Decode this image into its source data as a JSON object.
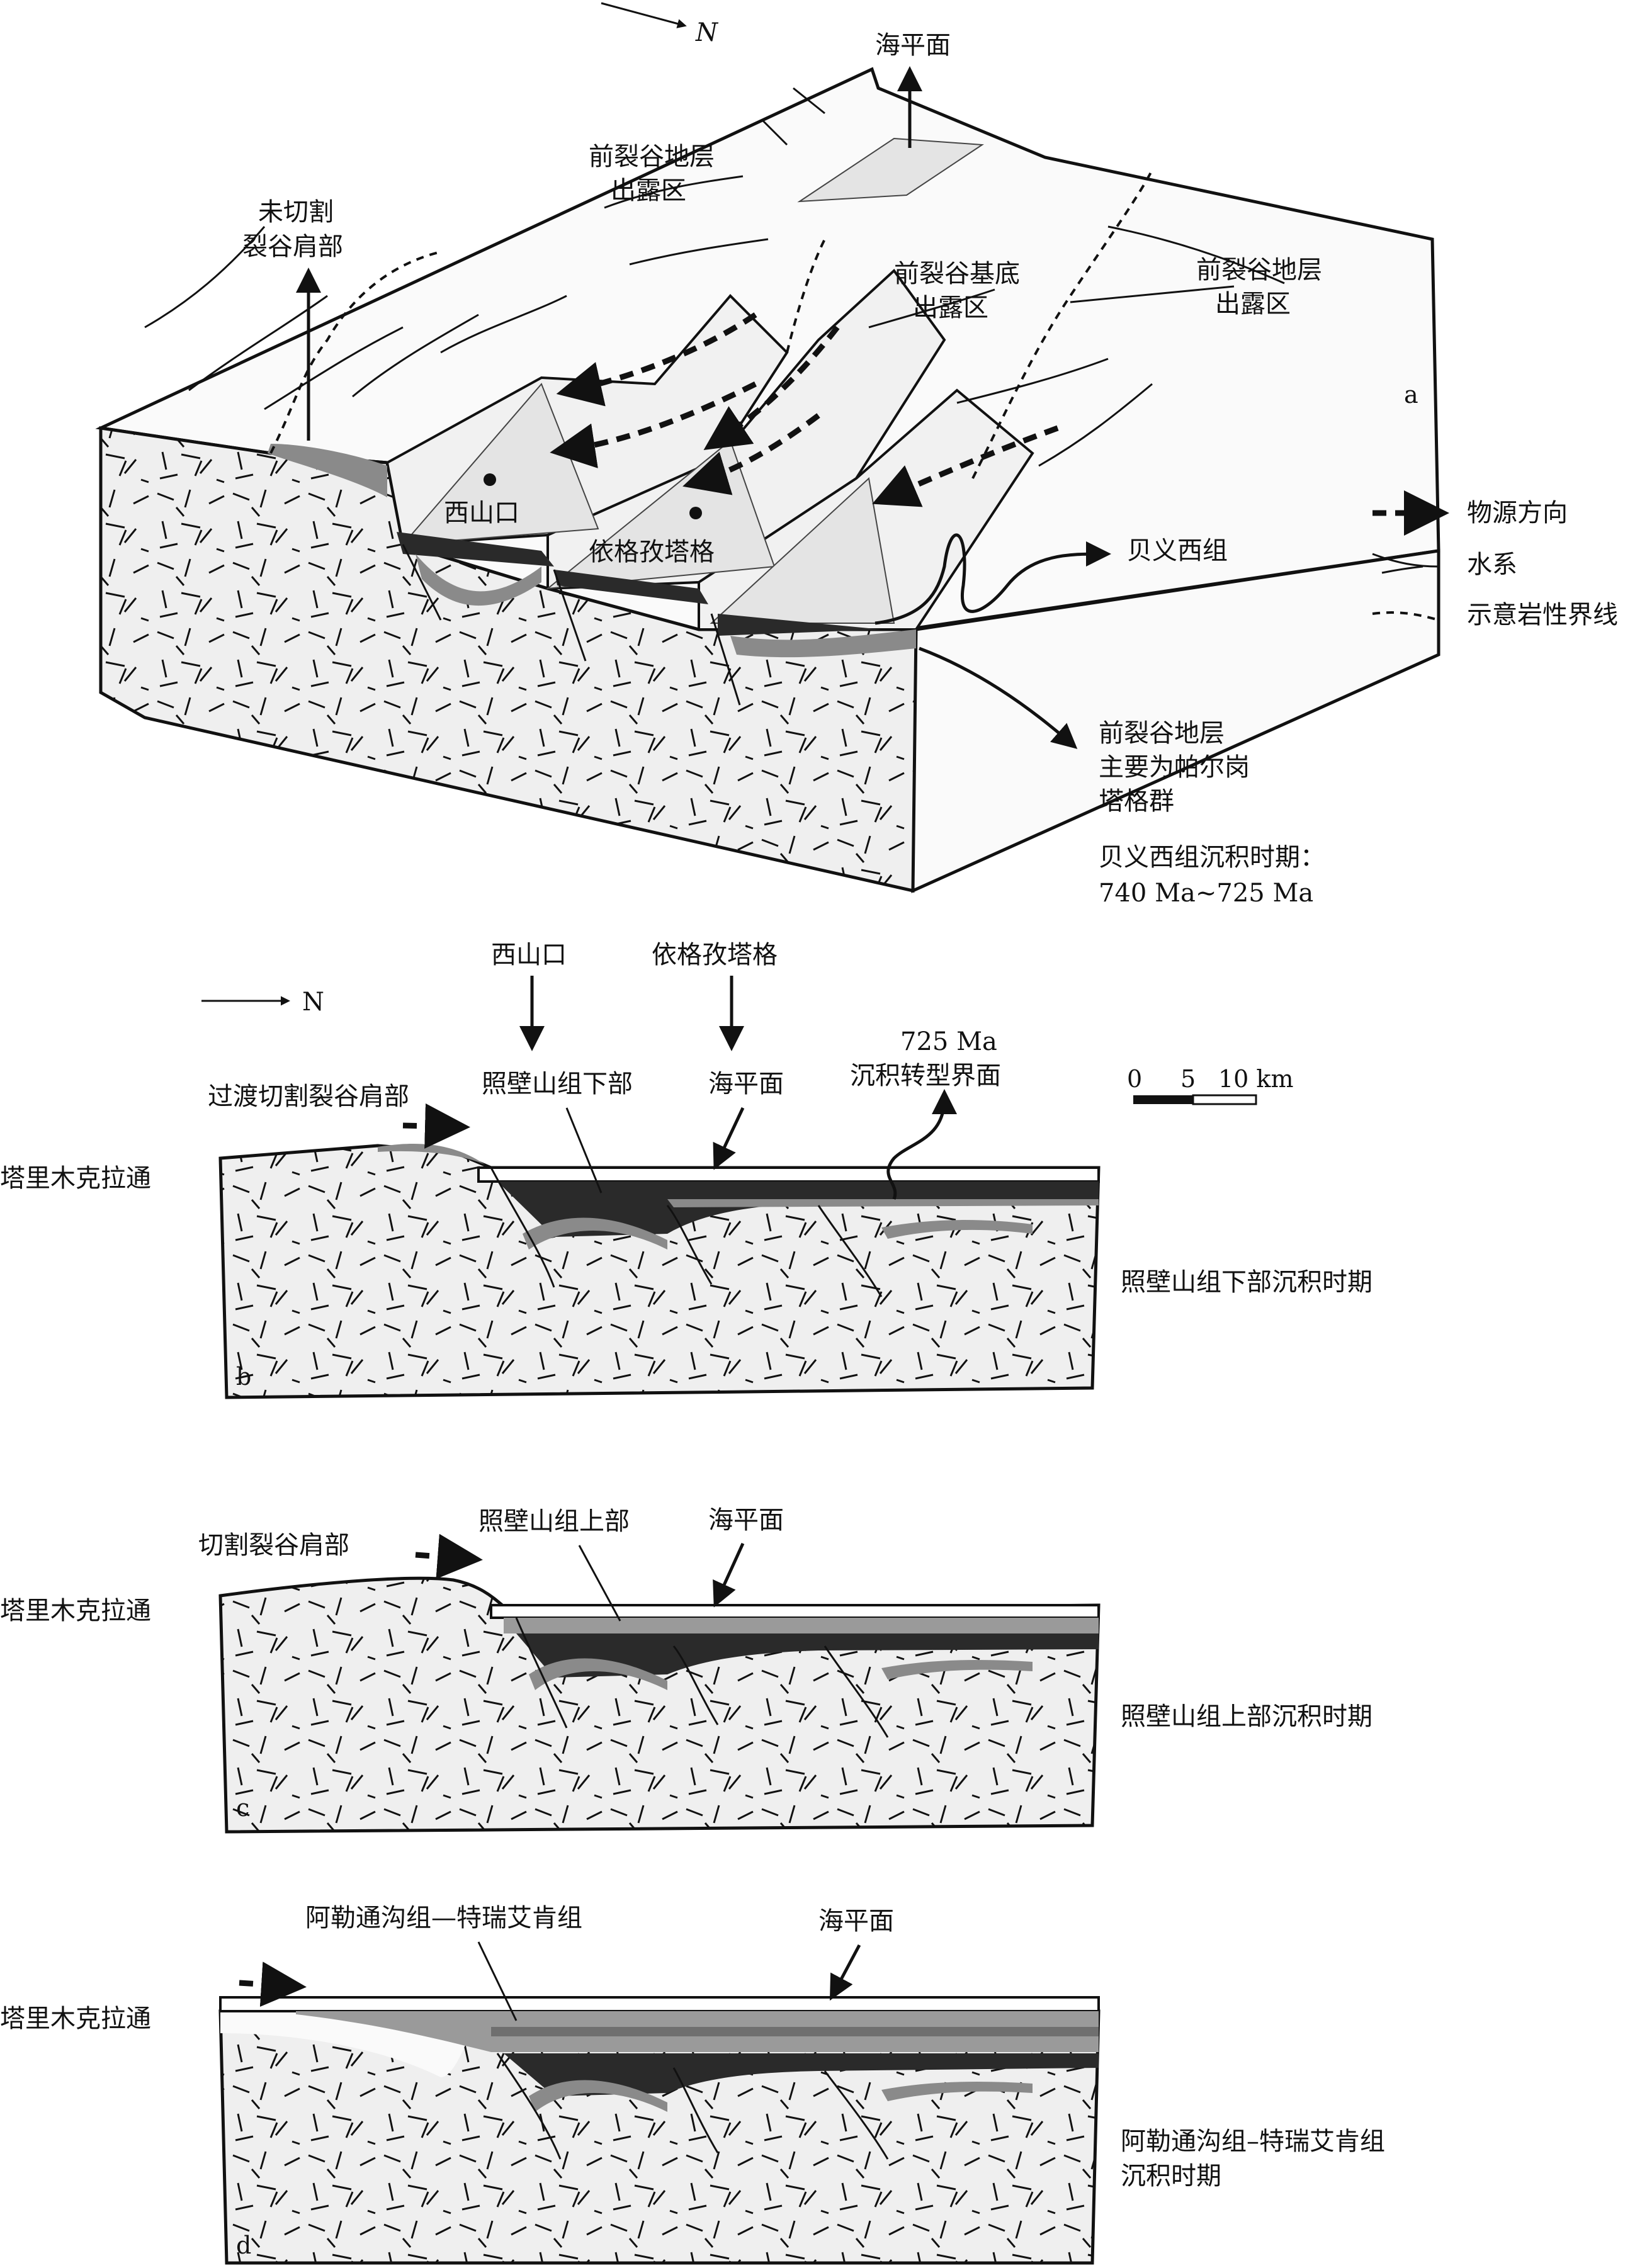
{
  "panel_a": {
    "letter": "a",
    "north": "N",
    "sea_level": "海平面",
    "uncut_shoulder": [
      "未切割",
      "裂谷肩部"
    ],
    "pre_rift_strata_top": [
      "前裂谷地层",
      "出露区"
    ],
    "pre_rift_basement": [
      "前裂谷基底",
      "出露区"
    ],
    "pre_rift_strata_right": [
      "前裂谷地层",
      "出露区"
    ],
    "site_xishankou": "西山口",
    "site_yigezitage": "依格孜塔格",
    "beiyixi_formation": "贝义西组",
    "pre_rift_note": [
      "前裂谷地层",
      "主要为帕尔岗",
      "塔格群"
    ],
    "period_note": [
      "贝义西组沉积时期：",
      "740 Ma~725 Ma"
    ]
  },
  "legend": {
    "provenance": "物源方向",
    "drainage": "水系",
    "lithology_boundary": "示意岩性界线"
  },
  "panel_b": {
    "letter": "b",
    "north": "N",
    "west_label": "塔里木克拉通",
    "shoulder": "过渡切割裂谷肩部",
    "xishankou": "西山口",
    "yigezitage": "依格孜塔格",
    "unit": "照壁山组下部",
    "sea_level": "海平面",
    "transition": [
      "725 Ma",
      "沉积转型界面"
    ],
    "scale": [
      "0",
      "5",
      "10 km"
    ],
    "period": "照壁山组下部沉积时期"
  },
  "panel_c": {
    "letter": "c",
    "west_label": "塔里木克拉通",
    "shoulder": "切割裂谷肩部",
    "unit": "照壁山组上部",
    "sea_level": "海平面",
    "period": "照壁山组上部沉积时期"
  },
  "panel_d": {
    "letter": "d",
    "west_label": "塔里木克拉通",
    "unit": "阿勒通沟组—特瑞艾肯组",
    "sea_level": "海平面",
    "period": [
      "阿勒通沟组–特瑞艾肯组",
      "沉积时期"
    ]
  }
}
